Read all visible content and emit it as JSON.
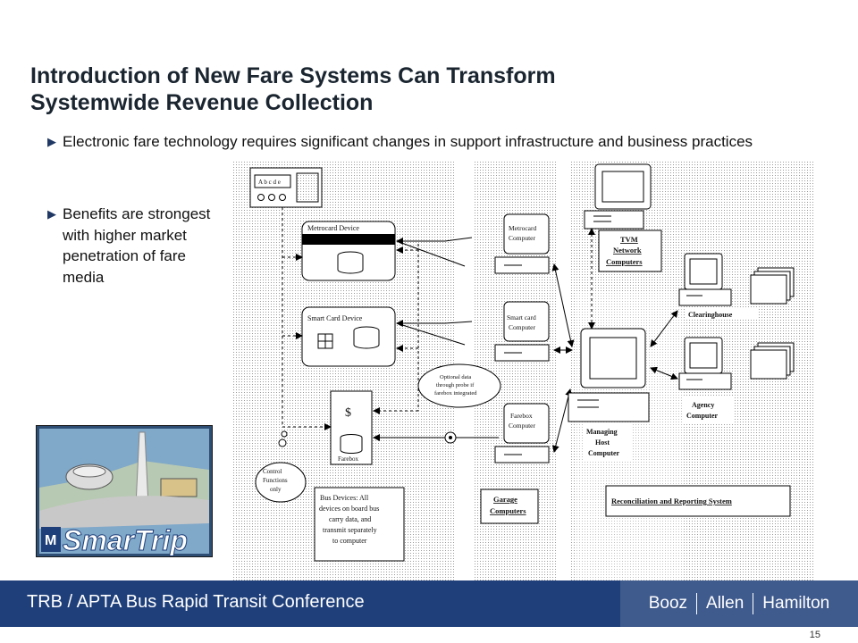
{
  "slide": {
    "title_line1": "Introduction of New Fare Systems Can Transform",
    "title_line2": "Systemwide Revenue Collection",
    "bullets": [
      "Electronic fare technology requires significant changes in support infrastructure and business practices",
      "Benefits are strongest with higher market penetration of fare media"
    ],
    "page_number": "15"
  },
  "diagram": {
    "abcde_label": "A b c d e",
    "metrocard_device": "Metrocard Device",
    "smart_card_device": "Smart Card Device",
    "dollar": "$",
    "farebox": "Farebox",
    "control_functions": [
      "Control",
      "Functions",
      "only"
    ],
    "bus_devices": [
      "Bus Devices: All",
      "devices on board bus",
      "carry data, and",
      "transmit separately",
      "to computer"
    ],
    "metrocard_computer": [
      "Metrocard",
      "Computer"
    ],
    "smartcard_computer": [
      "Smart card",
      "Computer"
    ],
    "farebox_computer": [
      "Farebox",
      "Computer"
    ],
    "optional_data": [
      "Optional data",
      "through probe if",
      "farebox integrated"
    ],
    "garage_computers": [
      "Garage",
      "Computers"
    ],
    "tvm_network": [
      "TVM",
      "Network",
      "Computers"
    ],
    "clearinghouse": "Clearinghouse",
    "agency_computer": [
      "Agency",
      "Computer"
    ],
    "managing_host": [
      "Managing",
      "Host",
      "Computer"
    ],
    "reconciliation": "Reconciliation and Reporting System"
  },
  "logo": {
    "text": "SmarTrip",
    "badge": "M"
  },
  "footer": {
    "conference": "TRB / APTA Bus Rapid Transit Conference",
    "brand": [
      "Booz",
      "Allen",
      "Hamilton"
    ]
  },
  "colors": {
    "footer_bg": "#1f3f7a",
    "brand_bg": "#3f5a8d",
    "bullet_arrow": "#1f3864"
  }
}
